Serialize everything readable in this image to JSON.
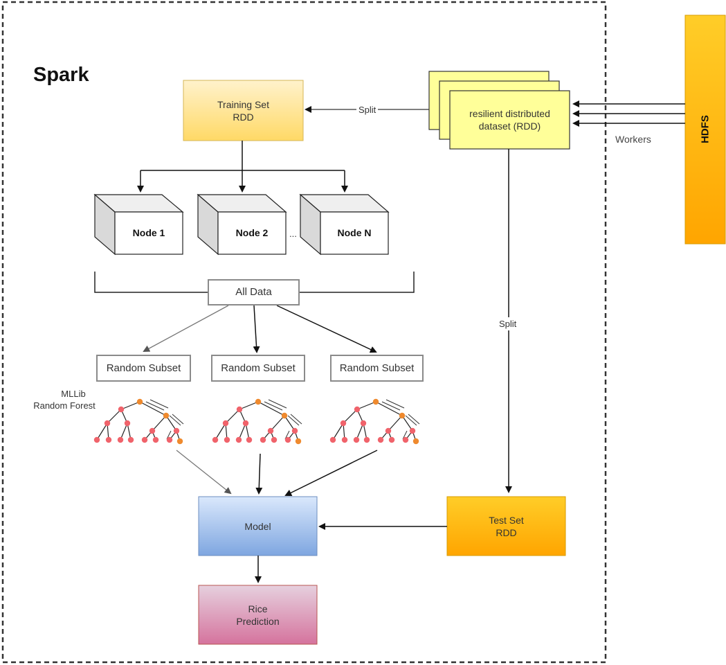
{
  "diagram": {
    "title": "Spark",
    "hdfs_label": "HDFS",
    "workers_label": "Workers",
    "rdd_label_line1": "resilient distributed",
    "rdd_label_line2": "dataset (RDD)",
    "split_top_label": "Split",
    "split_right_label": "Split",
    "training_set_line1": "Training Set",
    "training_set_line2": "RDD",
    "nodes": [
      "Node 1",
      "Node 2",
      "Node N"
    ],
    "nodes_ellipsis": "...",
    "all_data_label": "All Data",
    "random_subsets": [
      "Random Subset",
      "Random Subset",
      "Random Subset"
    ],
    "mllib_line1": "MLLib",
    "mllib_line2": "Random Forest",
    "model_label": "Model",
    "test_set_line1": "Test Set",
    "test_set_line2": "RDD",
    "rice_line1": "Rice",
    "rice_line2": "Prediction"
  },
  "colors": {
    "yellow_fill": "#ffff99",
    "orange": "#ffb30f",
    "training_fill": "#ffd966",
    "model_fill": "#9dc3e6",
    "rice_fill": "#e07ba6",
    "tree_node_red": "#f0636b",
    "tree_node_orange": "#ef8a2e"
  }
}
